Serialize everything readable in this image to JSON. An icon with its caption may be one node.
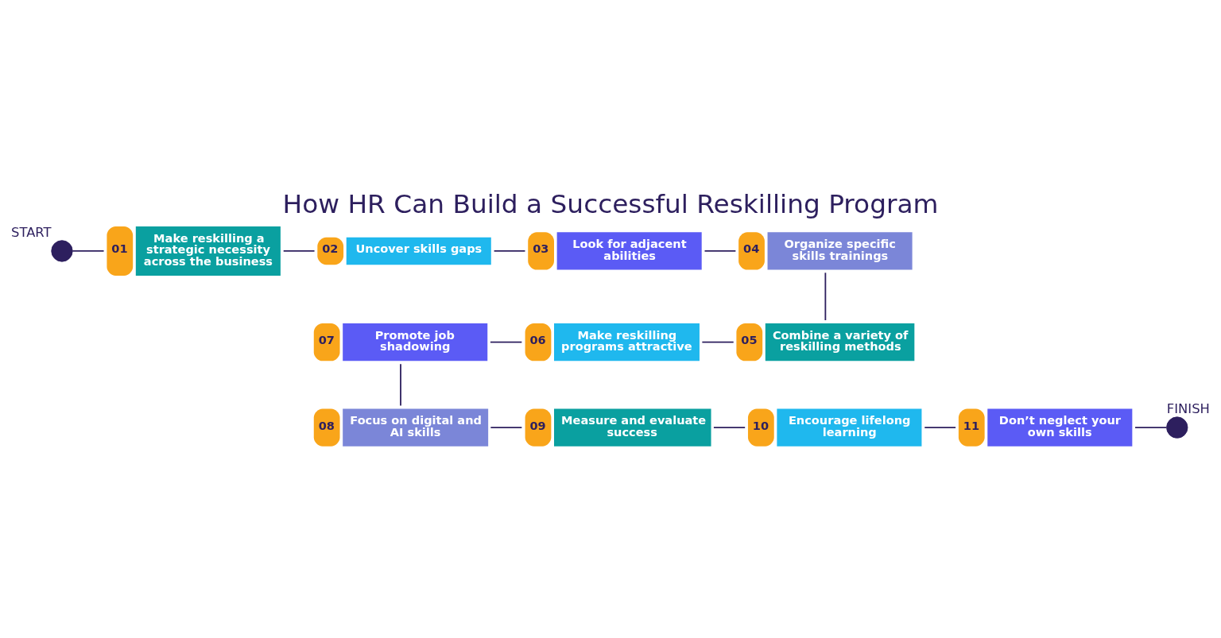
{
  "diagram": {
    "title": "How HR Can Build a Successful Reskilling Program",
    "nodes": [
      {
        "text": [],
        "shape": "circle",
        "beside": [
          "START"
        ]
      },
      {
        "text": [
          "01",
          "Make reskilling a strategic necessity across the business"
        ]
      },
      {
        "text": [
          "02",
          "Uncover skills gaps"
        ]
      },
      {
        "text": [
          "03",
          "Look for adjacent abilities"
        ]
      },
      {
        "text": [
          "04",
          "Organize specific skills trainings"
        ]
      },
      {
        "text": [
          "05",
          "Combine a variety of reskilling methods"
        ]
      },
      {
        "text": [
          "06",
          "Make reskilling programs attractive"
        ]
      },
      {
        "text": [
          "07",
          "Promote job shadowing"
        ]
      },
      {
        "text": [
          "08",
          "Focus on digital and AI skills"
        ]
      },
      {
        "text": [
          "09",
          "Measure and evaluate success"
        ]
      },
      {
        "text": [
          "10",
          "Encourage lifelong learning"
        ]
      },
      {
        "text": [
          "11",
          "Don’t neglect your own skills"
        ]
      },
      {
        "text": [],
        "shape": "circle",
        "beside": [
          "FINISH"
        ]
      }
    ],
    "edges": [
      {
        "from": 0,
        "to": 1,
        "arrow": "none"
      },
      {
        "from": 1,
        "to": 2,
        "arrow": "none"
      },
      {
        "from": 2,
        "to": 3,
        "arrow": "none"
      },
      {
        "from": 3,
        "to": 4,
        "arrow": "none"
      },
      {
        "from": 4,
        "to": 5,
        "arrow": "none"
      },
      {
        "from": 5,
        "to": 6,
        "arrow": "none"
      },
      {
        "from": 6,
        "to": 7,
        "arrow": "none"
      },
      {
        "from": 7,
        "to": 8,
        "arrow": "none"
      },
      {
        "from": 8,
        "to": 9,
        "arrow": "none"
      },
      {
        "from": 9,
        "to": 10,
        "arrow": "none"
      },
      {
        "from": 10,
        "to": 11,
        "arrow": "none"
      },
      {
        "from": 11,
        "to": 12,
        "arrow": "none"
      }
    ]
  }
}
